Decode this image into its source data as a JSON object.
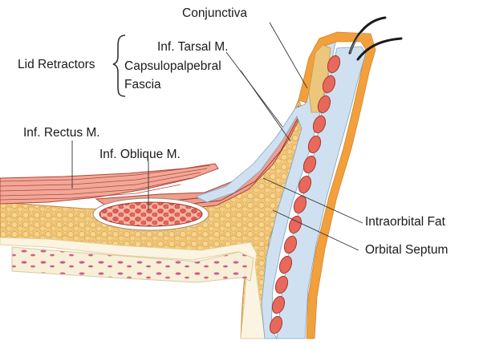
{
  "diagram": {
    "labels": {
      "conjunctiva": "Conjunctiva",
      "inf_tarsal": "Inf. Tarsal M.",
      "capsulopalpebral_1": "Capsulopalpebral",
      "capsulopalpebral_2": "Fascia",
      "lid_retractors": "Lid Retractors",
      "inf_rectus": "Inf. Rectus M.",
      "inf_oblique": "Inf. Oblique M.",
      "intraorbital_fat": "Intraorbital Fat",
      "orbital_septum": "Orbital Septum"
    },
    "colors": {
      "skin_orange": "#f2a03c",
      "fat_yellow": "#f0c77a",
      "muscle_red": "#e8695f",
      "muscle_light": "#f7b6a8",
      "conjunctiva_blue": "#cfe1f0",
      "bone_cream": "#f8efd6",
      "tarsus_tan": "#ecc67a",
      "leader_line": "#333333"
    }
  }
}
